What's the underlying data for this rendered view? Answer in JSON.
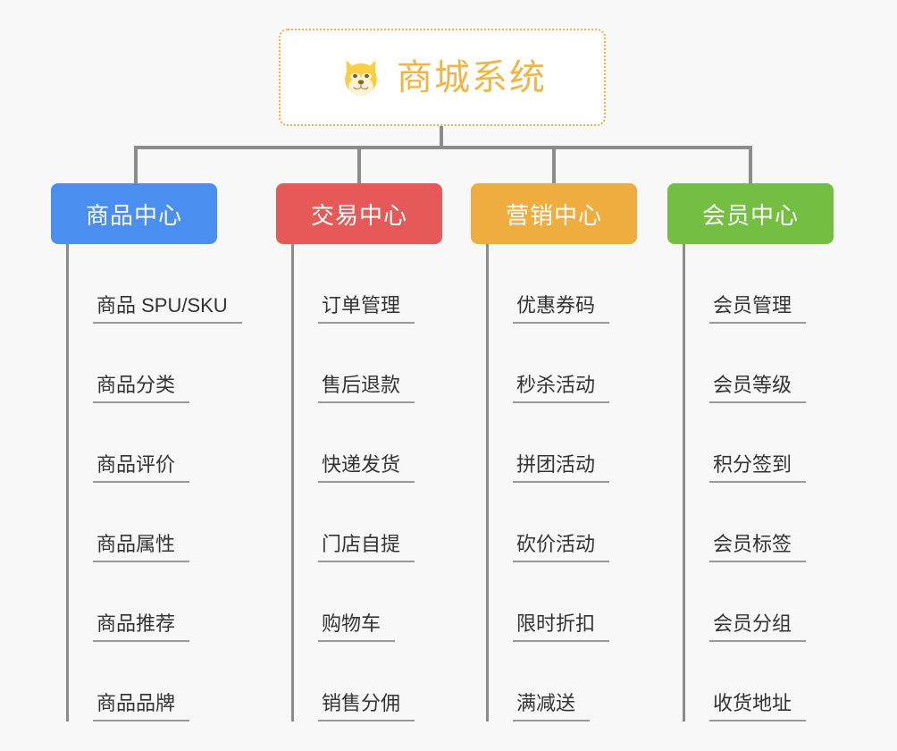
{
  "canvas": {
    "background": "#f8f8f8",
    "connector_color": "#8c8c8c"
  },
  "root": {
    "title": "商城系统",
    "icon": "shiba-dog-face-icon",
    "border_color": "#f0b04a",
    "text_color": "#f0b547",
    "background": "#ffffff"
  },
  "branches": [
    {
      "label": "商品中心",
      "color": "#4a8ef0",
      "items": [
        "商品 SPU/SKU",
        "商品分类",
        "商品评价",
        "商品属性",
        "商品推荐",
        "商品品牌"
      ]
    },
    {
      "label": "交易中心",
      "color": "#e55a59",
      "items": [
        "订单管理",
        "售后退款",
        "快递发货",
        "门店自提",
        "购物车",
        "销售分佣"
      ]
    },
    {
      "label": "营销中心",
      "color": "#efad40",
      "items": [
        "优惠券码",
        "秒杀活动",
        "拼团活动",
        "砍价活动",
        "限时折扣",
        "满减送"
      ]
    },
    {
      "label": "会员中心",
      "color": "#74bf42",
      "items": [
        "会员管理",
        "会员等级",
        "积分签到",
        "会员标签",
        "会员分组",
        "收货地址"
      ]
    }
  ]
}
